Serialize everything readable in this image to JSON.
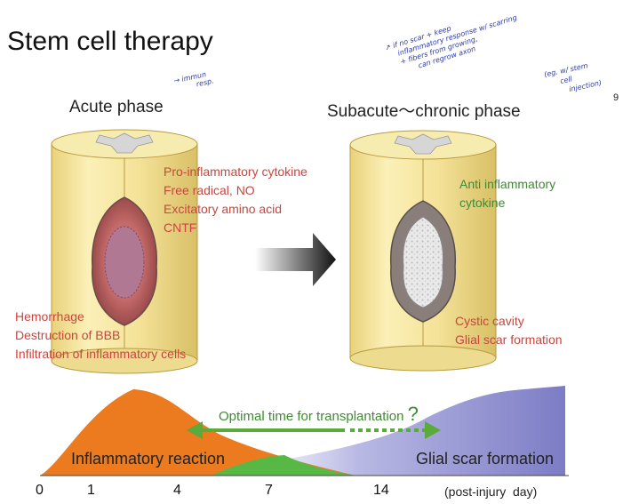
{
  "slide": {
    "title": "Stem cell therapy",
    "slide_number": "9"
  },
  "acute": {
    "title": "Acute phase",
    "factors": [
      "Pro-inflammatory cytokine",
      "Free radical, NO",
      "Excitatory amino acid",
      "CNTF"
    ],
    "injuries": [
      "Hemorrhage",
      "Destruction of BBB",
      "Infiltration of inflammatory cells"
    ]
  },
  "chronic": {
    "title": "Subacute〜chronic phase",
    "factors": [
      "Anti inflammatory",
      "cytokine"
    ],
    "changes": [
      "Cystic cavity",
      "Glial scar formation"
    ]
  },
  "timeline": {
    "optimal_label": "Optimal time for transplantation",
    "question_mark": "?",
    "inflammatory_label": "Inflammatory reaction",
    "glial_label": "Glial scar formation",
    "ticks": [
      "0",
      "1",
      "4",
      "7",
      "14"
    ],
    "unit": "(post-injury  day)"
  },
  "annotations": {
    "left_note": [
      "→ immun",
      "resp."
    ],
    "right_note": [
      "↗ if no scar + keep",
      "inflammatory response w/ scarring",
      "+ fibers from growing,",
      "can regrow axon",
      "(eg. w/ stem",
      "cell",
      "injection)"
    ]
  },
  "colors": {
    "red_text": "#c8463e",
    "green_text": "#3f8a33",
    "inflammation_fill": "#ec7a1f",
    "glial_fill": "#8f8fd0",
    "overlap_fill": "#58b844",
    "cord_fill": "#f3e08c",
    "arrow_green": "#5aaa3c",
    "annotation_ink": "#2d3aa8"
  }
}
